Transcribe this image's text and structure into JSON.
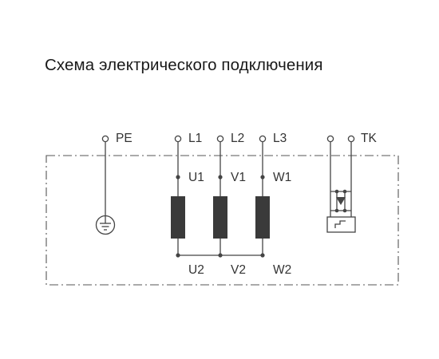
{
  "title": "Схема электрического подключения",
  "terminals": {
    "pe": "PE",
    "l1": "L1",
    "l2": "L2",
    "l3": "L3",
    "tk": "TK"
  },
  "windings": {
    "u1": "U1",
    "v1": "V1",
    "w1": "W1",
    "u2": "U2",
    "v2": "V2",
    "w2": "W2"
  },
  "icons": {
    "ground": "ground-icon",
    "thermal_contact": "thermal-contact-icon"
  }
}
